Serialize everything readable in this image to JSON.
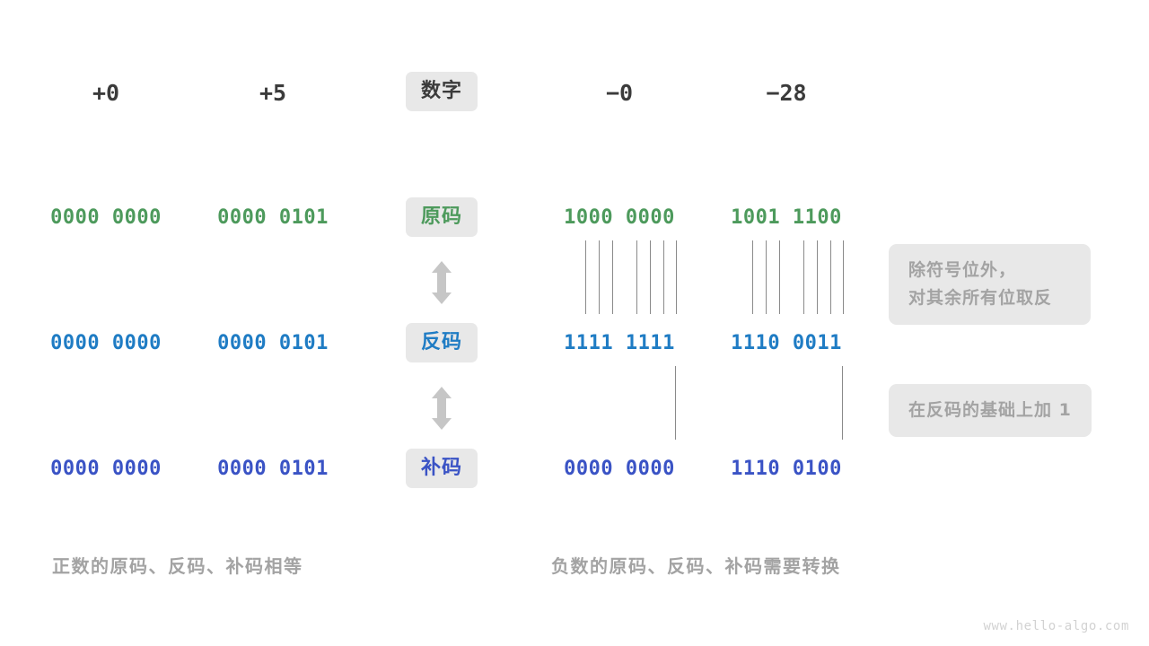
{
  "diagram": {
    "title_watermark": "www.hello-algo.com",
    "row_labels": {
      "number": "数字",
      "sign_magnitude": "原码",
      "ones_complement": "反码",
      "twos_complement": "补码"
    },
    "columns": [
      {
        "key": "pos_zero",
        "header": "+0"
      },
      {
        "key": "pos_five",
        "header": "+5"
      },
      {
        "key": "neg_zero",
        "header": "−0"
      },
      {
        "key": "neg_28",
        "header": "−28"
      }
    ],
    "rows": [
      {
        "label": "原码",
        "color": "#4d9a5c",
        "values": [
          "0000 0000",
          "0000 0101",
          "1000 0000",
          "1001 1100"
        ]
      },
      {
        "label": "反码",
        "color": "#1f7cc4",
        "values": [
          "0000 0000",
          "0000 0101",
          "1111 1111",
          "1110 0011"
        ]
      },
      {
        "label": "补码",
        "color": "#3a53c5",
        "values": [
          "0000 0000",
          "0000 0101",
          "0000 0000",
          "1110 0100"
        ]
      }
    ],
    "annotations": [
      {
        "key": "invert",
        "line1": "除符号位外，",
        "line2": "对其余所有位取反"
      },
      {
        "key": "add_one",
        "line1": "在反码的基础上加  1",
        "line2": ""
      }
    ],
    "captions": {
      "left": "正数的原码、反码、补码相等",
      "right": "负数的原码、反码、补码需要转换"
    },
    "colors": {
      "badge_bg": "#e8e8e8",
      "note_bg": "#e8e8e8",
      "note_text": "#a3a3a3",
      "arrow": "#c6c6c6",
      "connector": "#8a8a8a",
      "header_text": "#3b3b3b",
      "green": "#4d9a5c",
      "blue": "#1f7cc4",
      "indigo": "#3a53c5",
      "watermark": "#d2d2d2"
    },
    "icons": {
      "arrow_updown": "arrow-up-down-icon"
    }
  }
}
